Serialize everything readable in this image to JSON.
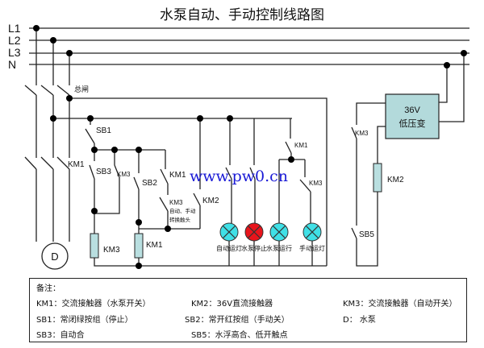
{
  "title": "水泵自动、手动控制线路图",
  "watermark": "www.pw0.cn",
  "lines": {
    "l1": "L1",
    "l2": "L2",
    "l3": "L3",
    "n": "N"
  },
  "labels": {
    "main_switch": "总闸",
    "sb1": "SB1",
    "sb2": "SB2",
    "sb3": "SB3",
    "sb5": "SB5",
    "km1_main": "KM1",
    "km1_aux": "KM1",
    "km1_lamp": "KM1",
    "km1_coil": "KM1",
    "km3_a": "KM3",
    "km3_b": "KM3",
    "km3_lamp": "KM3",
    "km3_trans": "KM3",
    "km3_coil": "KM3",
    "km3_note1": "自动、手动",
    "km3_note2": "转换触头",
    "km2_contact": "KM2",
    "km2_coil": "KM2",
    "motor": "D",
    "transformer_v": "36V",
    "transformer_name": "低压变"
  },
  "lamps": [
    {
      "label": "自动运灯",
      "color": "#3fe0e6"
    },
    {
      "label": "水泵停止",
      "color": "#e8141b"
    },
    {
      "label": "水泵运行",
      "color": "#3fe0e6"
    },
    {
      "label": "手动运灯",
      "color": "#3fe0e6"
    }
  ],
  "legend": {
    "heading": "备注：",
    "items": [
      "KM1：交流接触器（水泵开关）",
      "KM2：36V直流接触器",
      "KM3：交流接触器（自动开关）",
      "SB1：常闭绿按组（停止）",
      "SB2：常开红按组（手动关）",
      "D：   水泵",
      "SB3：自动合",
      "SB5：水浮高合、低开触点"
    ]
  },
  "colors": {
    "coil": "#b9dfe0",
    "transformer": "#b3dadb",
    "watermark": "#1a1ad6"
  }
}
